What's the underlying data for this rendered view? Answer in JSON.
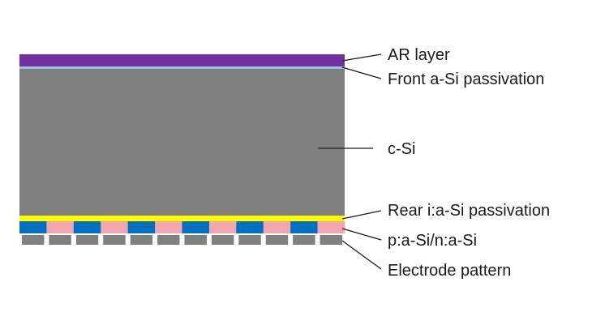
{
  "diagram": {
    "labels": {
      "ar_layer": "AR layer",
      "front_passivation": "Front a-Si passivation",
      "c_si": "c-Si",
      "rear_passivation": "Rear i:a-Si passivation",
      "doped_layers": "p:a-Si/n:a-Si",
      "electrode": "Electrode pattern"
    },
    "colors": {
      "ar_layer": "#7030a0",
      "front_passivation": "#9dc3e6",
      "c_si": "#7f7f7f",
      "rear_passivation": "#ffff00",
      "p_type": "#0070c0",
      "n_type": "#f4a6b0",
      "electrode": "#808080",
      "leader_line": "#1a1a1a"
    },
    "doped_pattern": [
      "p",
      "n",
      "p",
      "n",
      "p",
      "n",
      "p",
      "n",
      "p",
      "n",
      "p",
      "n"
    ],
    "electrode_count": 12
  }
}
